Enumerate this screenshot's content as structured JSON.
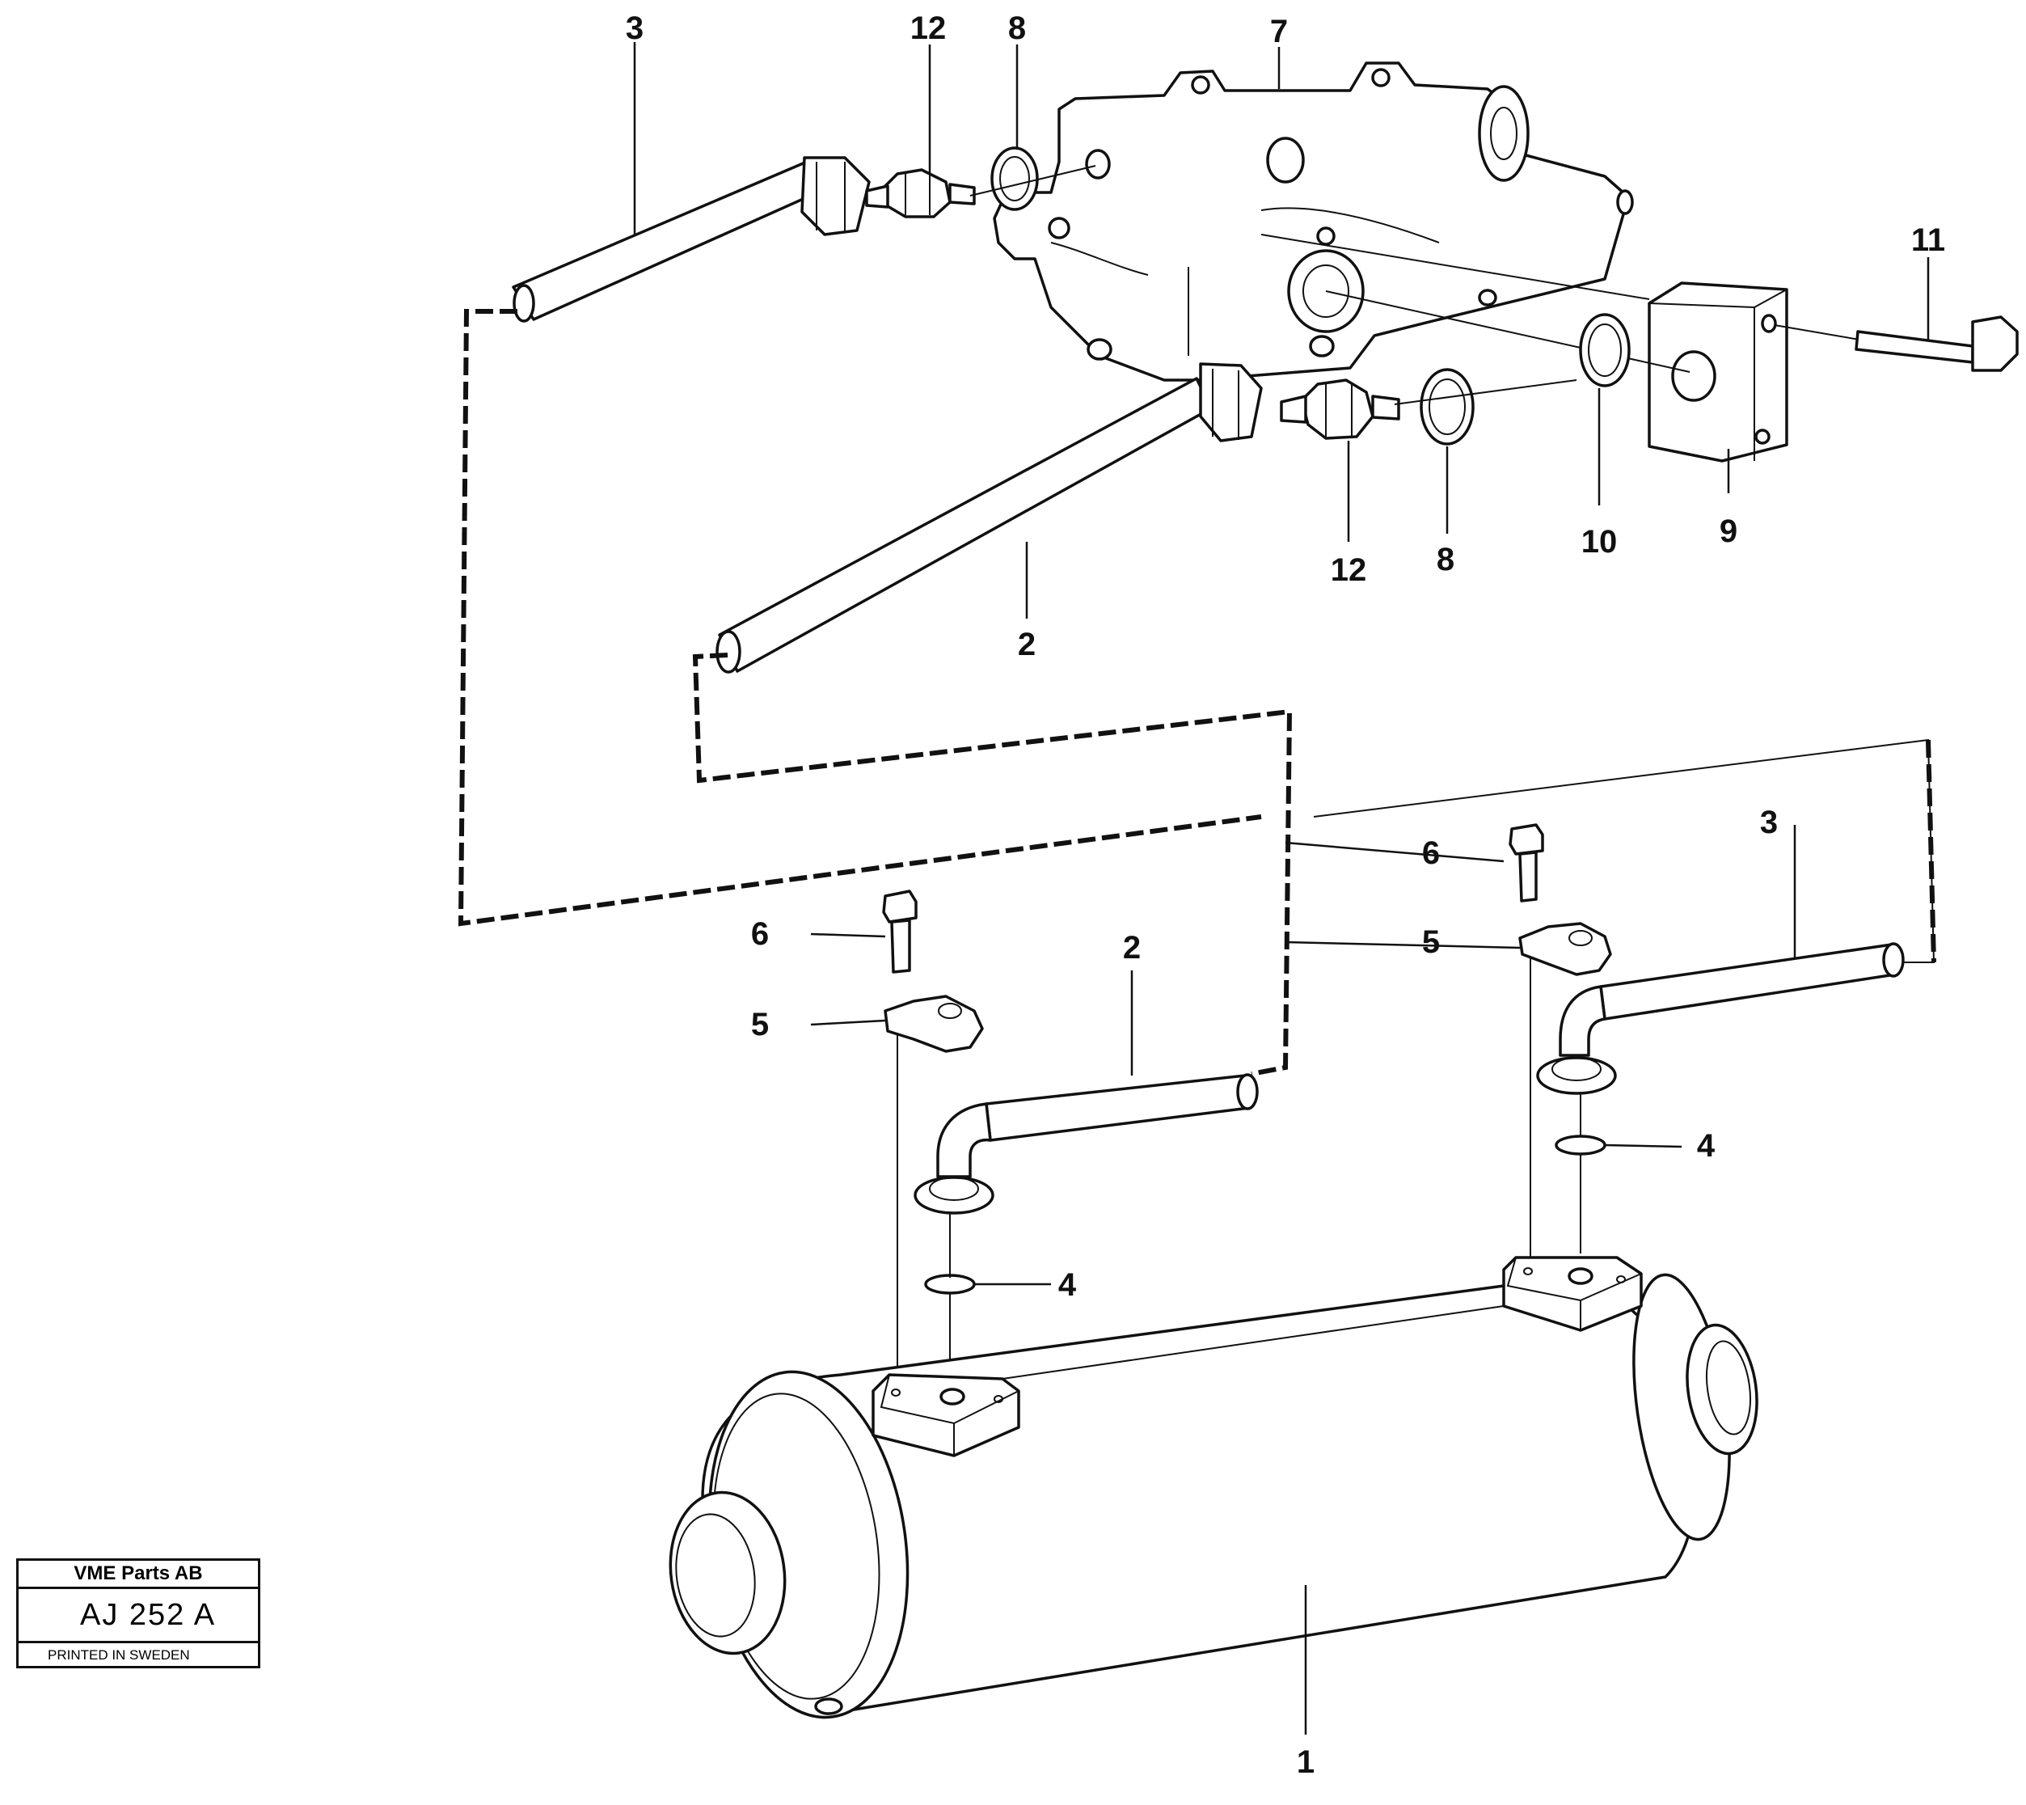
{
  "callouts": {
    "c1": "1",
    "c2a": "2",
    "c2b": "2",
    "c3a": "3",
    "c3b": "3",
    "c4a": "4",
    "c4b": "4",
    "c5a": "5",
    "c5b": "5",
    "c6a": "6",
    "c6b": "6",
    "c7": "7",
    "c8a": "8",
    "c8b": "8",
    "c9": "9",
    "c10": "10",
    "c11": "11",
    "c12a": "12",
    "c12b": "12"
  },
  "catalog": {
    "company": "VME Parts AB",
    "reference": "AJ 252 A",
    "printed": "PRINTED IN SWEDEN"
  }
}
